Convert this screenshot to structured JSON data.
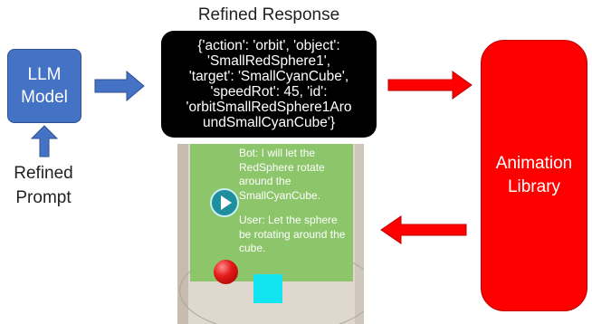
{
  "llm_box": {
    "lines": [
      "LLM",
      "Model"
    ],
    "color": "#4472c4"
  },
  "refined_prompt": {
    "lines": [
      "Refined",
      "Prompt"
    ]
  },
  "refined_response": {
    "title": "Refined Response",
    "text": "{'action': 'orbit', 'object':\n'SmallRedSphere1',\n'target': 'SmallCyanCube',\n'speedRot': 45, 'id':\n'orbitSmallRedSphere1Aro\nundSmallCyanCube'}"
  },
  "animation_library": {
    "lines": [
      "Animation",
      "Library"
    ],
    "color": "#ff0000"
  },
  "scene": {
    "bot_message": "Bot: I will let the RedSphere rotate around the SmallCyanCube.",
    "user_message": "User: Let the sphere be rotating around the cube."
  },
  "arrow_colors": {
    "blue": "#4472c4",
    "red": "#ff0000"
  }
}
